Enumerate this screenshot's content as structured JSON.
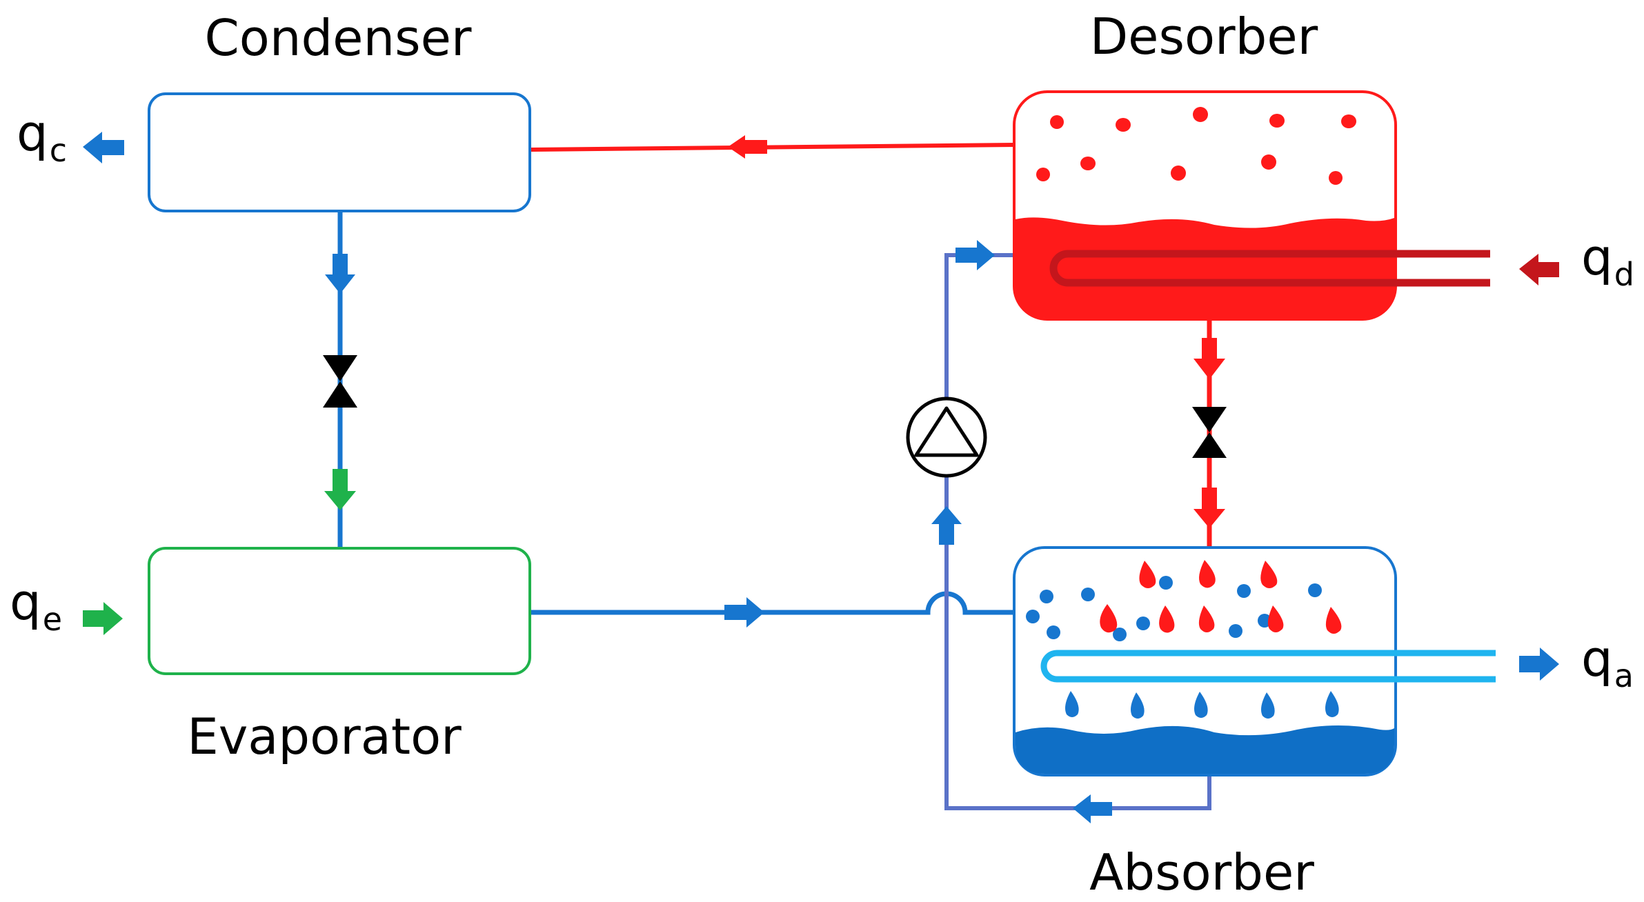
{
  "labels": {
    "condenser": "Condenser",
    "desorber": "Desorber",
    "evaporator": "Evaporator",
    "absorber": "Absorber"
  },
  "heat_flows": {
    "condenser": {
      "symbol": "q",
      "subscript": "c"
    },
    "desorber": {
      "symbol": "q",
      "subscript": "d"
    },
    "evaporator": {
      "symbol": "q",
      "subscript": "e"
    },
    "absorber": {
      "symbol": "q",
      "subscript": "a"
    }
  },
  "colors": {
    "blue": "#1776cf",
    "dark_blue": "#0f6fc6",
    "light_blue": "#1fb4ef",
    "pipe_purple": "#5a72c8",
    "red": "#ff1a1a",
    "dark_red": "#c4161c",
    "green": "#1fb24b",
    "black": "#000000"
  },
  "icons": [
    "valve-icon",
    "pump-icon",
    "flow-arrow-icon",
    "heat-arrow-icon"
  ]
}
